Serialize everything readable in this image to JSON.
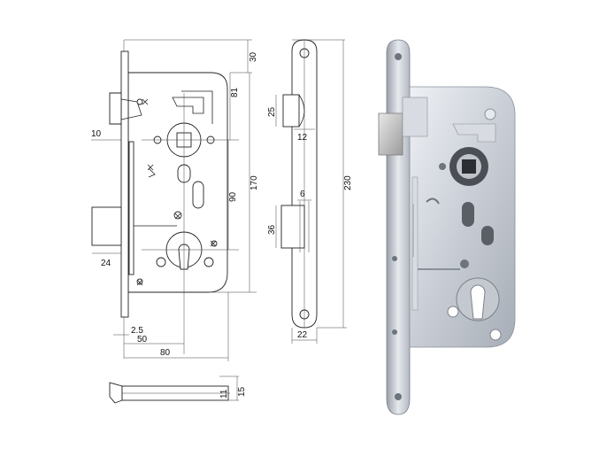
{
  "drawing": {
    "dims": {
      "d30": "30",
      "d81": "81",
      "d10": "10",
      "d90": "90",
      "d170": "170",
      "d24": "24",
      "d2_5": "2.5",
      "d50": "50",
      "d80": "80",
      "d25": "25",
      "d12": "12",
      "d6": "6",
      "d36": "36",
      "d22": "22",
      "d230": "230",
      "d11": "11",
      "d15": "15"
    }
  },
  "photo": {
    "material_color": "#c9ced6",
    "shadow_color": "#8a9099"
  }
}
